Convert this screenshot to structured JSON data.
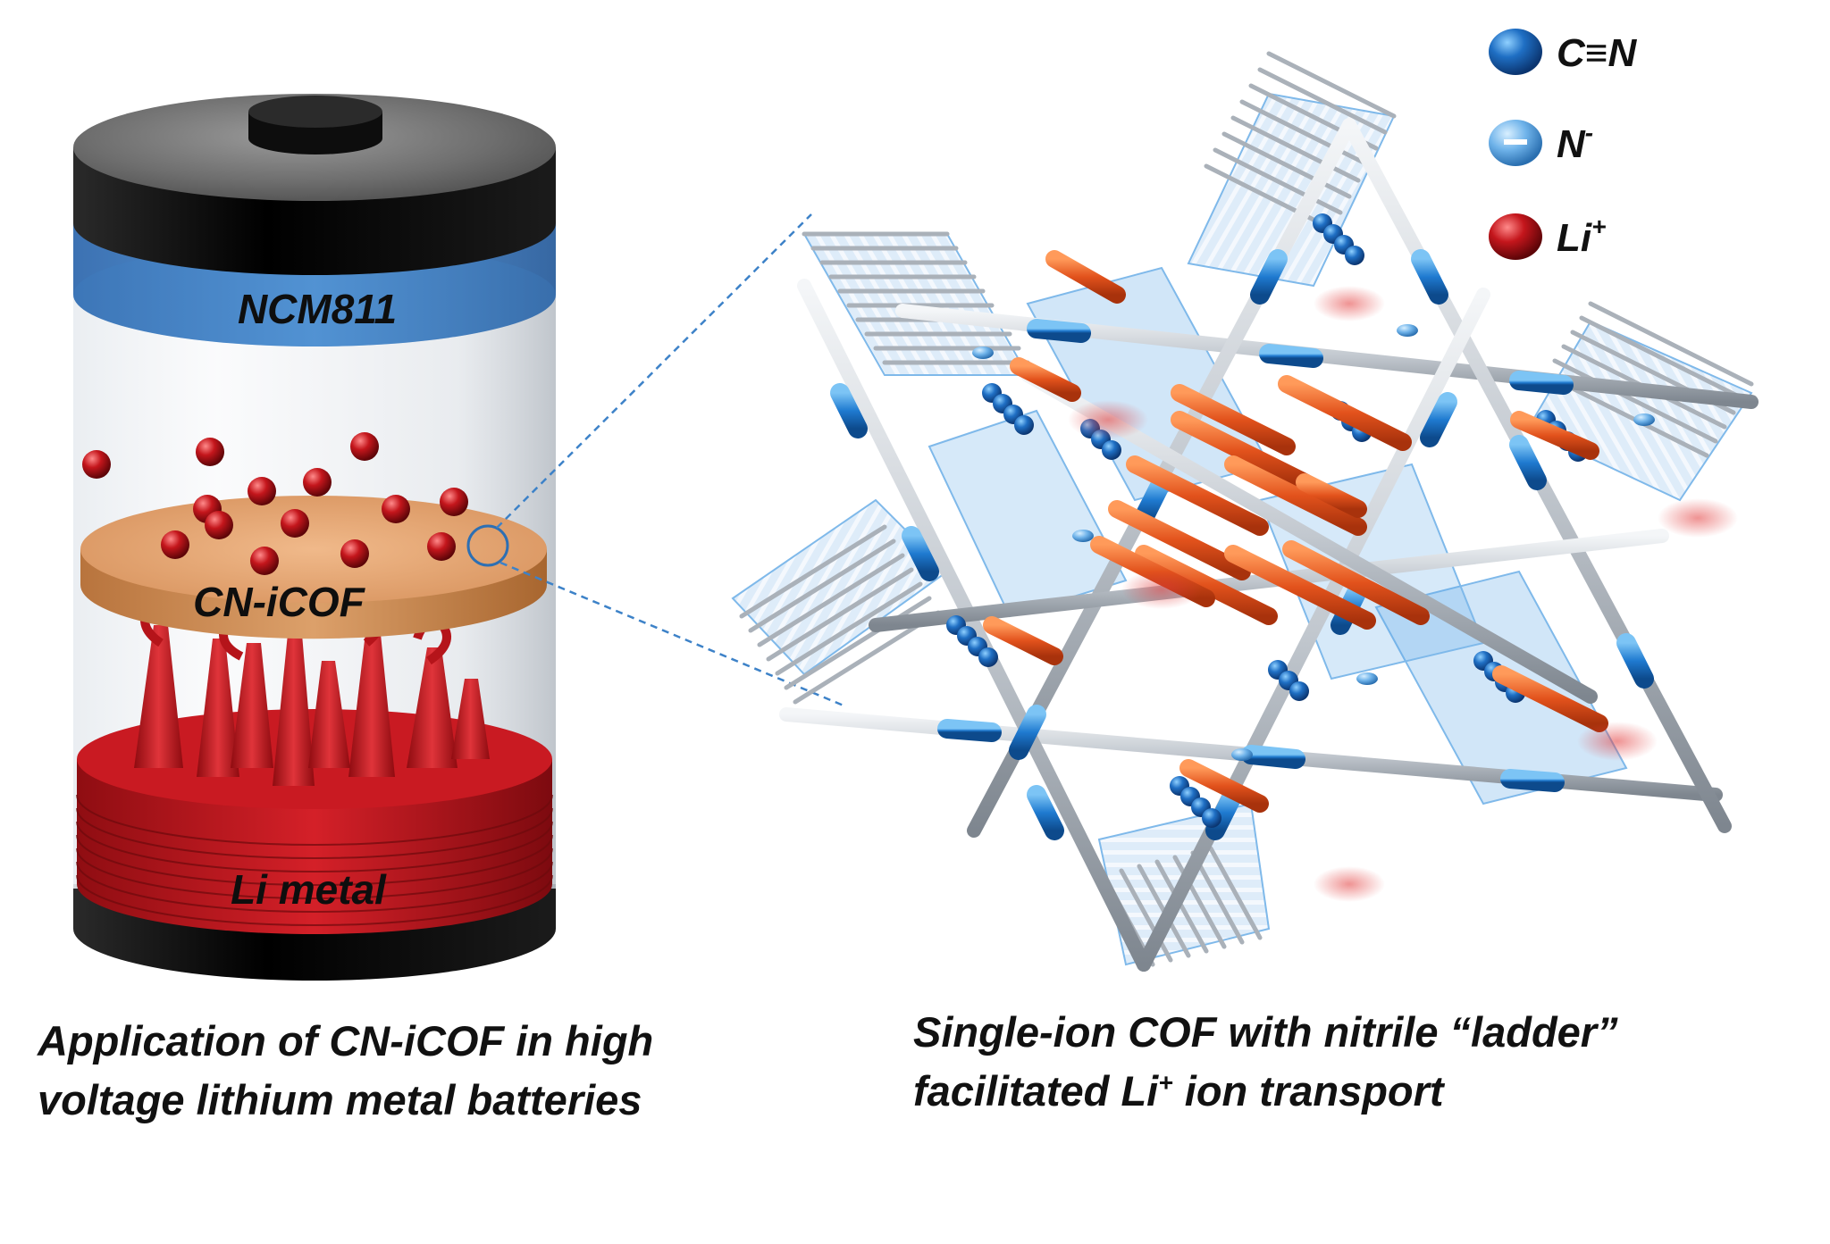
{
  "battery": {
    "cathode_label": "NCM811",
    "separator_label": "CN-iCOF",
    "anode_label": "Li metal"
  },
  "legend": {
    "items": [
      {
        "label": "C≡N",
        "icon": "blue-sphere-icon",
        "color": "#1f6fc4"
      },
      {
        "label": "N",
        "superscript": "-",
        "icon": "light-blue-sphere-minus-icon",
        "color": "#5aa7e6"
      },
      {
        "label": "Li",
        "superscript": "+",
        "icon": "red-sphere-icon",
        "color": "#c4161c"
      }
    ]
  },
  "captions": {
    "left": {
      "line1": "Application of CN-iCOF in high",
      "line2": "voltage lithium metal batteries"
    },
    "right": {
      "line1": "Single-ion COF with nitrile “ladder”",
      "line2_prefix": "facilitated Li",
      "line2_sup": "+",
      "line2_suffix": " ion transport"
    }
  },
  "colors": {
    "cathode": "#2f6fb8",
    "separator": "#d9965e",
    "anode": "#b5141a",
    "lithium_ion": "#b3131b",
    "nitrile": "#1e78c8",
    "framework": "#c9cfd6"
  }
}
